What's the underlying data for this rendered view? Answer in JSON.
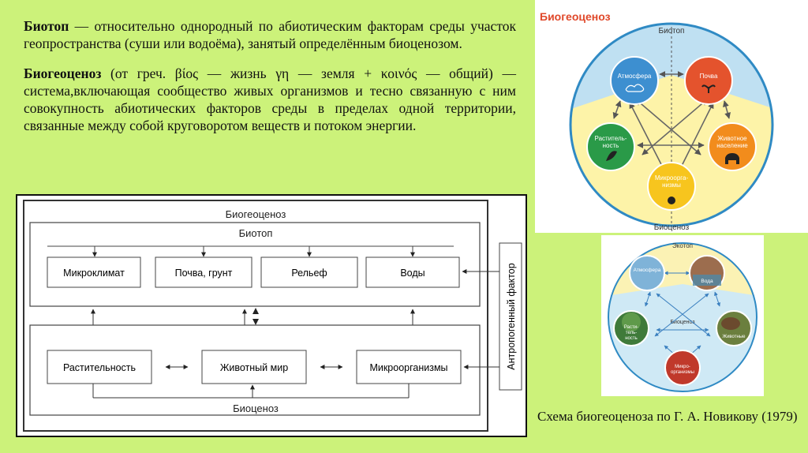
{
  "definitions": {
    "biotope_term": "Биотоп",
    "biotope_text": " — относительно однородный по абиотическим факторам среды участок геопространства (суши или водоёма), занятый определённым биоценозом.",
    "biogeocenosis_term": "Биогеоценоз",
    "biogeocenosis_text": " (от греч. βίος — жизнь γη — земля + κοινός — общий) — система,включающая сообщество живых организмов и тесно связанную с ним совокупность абиотических факторов среды в пределах одной территории, связанные между собой круговоротом веществ и потоком энергии."
  },
  "block_diagram": {
    "outer_label": "Биогеоценоз",
    "biotope_label": "Биотоп",
    "biocenosis_label": "Биоценоз",
    "abiotic": [
      "Микроклимат",
      "Почва, грунт",
      "Рельеф",
      "Воды"
    ],
    "biotic": [
      "Растительность",
      "Животный мир",
      "Микроорганизмы"
    ],
    "side_factor": "Антропогенный фактор"
  },
  "circle_diagram": {
    "title": "Биогеоценоз",
    "top_label": "Биотоп",
    "bottom_label": "Биоценоз",
    "nodes": [
      "Атмосфера",
      "Почва",
      "Раститель-\nность",
      "Животное\nнаселение",
      "Микроорга-\nнизмы"
    ],
    "colors": {
      "blue_zone": "#bfe0f2",
      "yellow_zone": "#fdf3a8",
      "ring": "#2f8ac4",
      "atmosphere": "#3d8fd0",
      "soil": "#e4532d",
      "plants": "#2a9a48",
      "animals": "#f28c1c",
      "microbes": "#f7c51e"
    }
  },
  "novikov_diagram": {
    "top_label": "Экотоп",
    "center_label": "Биоценоз",
    "nodes": [
      "Атмосфера",
      "Вода",
      "Расти-\nтель-\nность",
      "Животные",
      "Микро-\nорганизмы"
    ]
  },
  "caption": "Схема биогеоценоза по Г. А. Новикову (1979)"
}
